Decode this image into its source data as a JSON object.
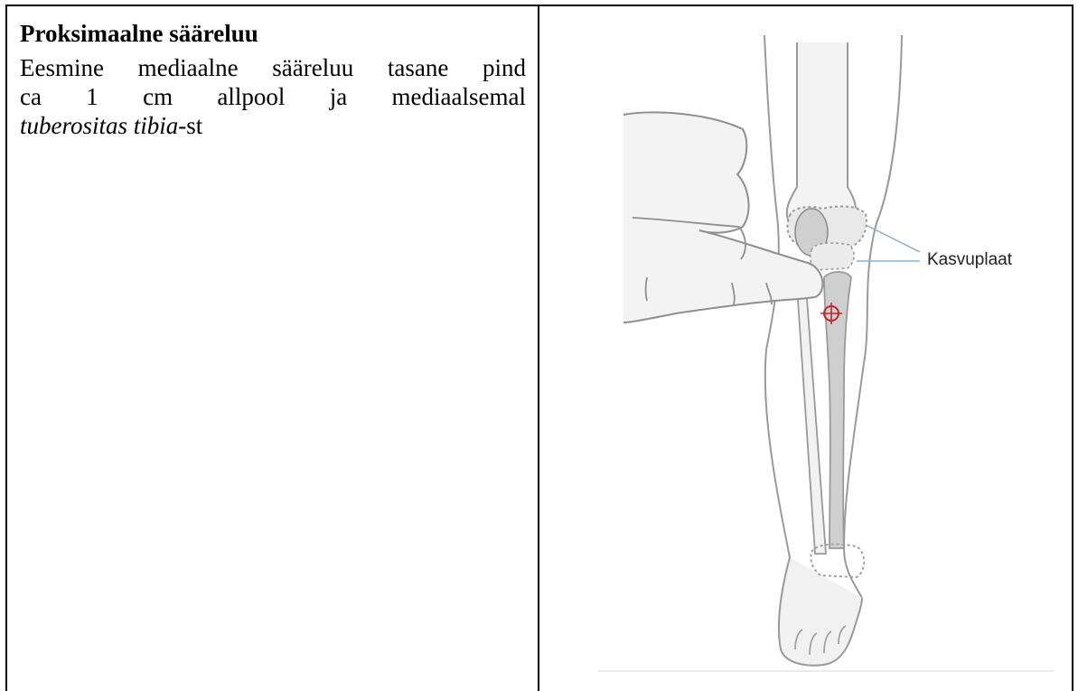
{
  "left_cell": {
    "title": "Proksimaalne sääreluu",
    "description_line1": "Eesmine mediaalne sääreluu tasane pind",
    "description_line2": "ca 1 cm allpool ja mediaalsemal",
    "description_term": "tuberositas tibia",
    "description_suffix": "-st"
  },
  "right_cell": {
    "callout_label": "Kasvuplaat",
    "colors": {
      "outline": "#9a9a9a",
      "bone_fill": "#cfcfcf",
      "skin_fill": "#f1f1f1",
      "target_marker": "#c0272d",
      "callout_line": "#8ab0d6"
    }
  }
}
